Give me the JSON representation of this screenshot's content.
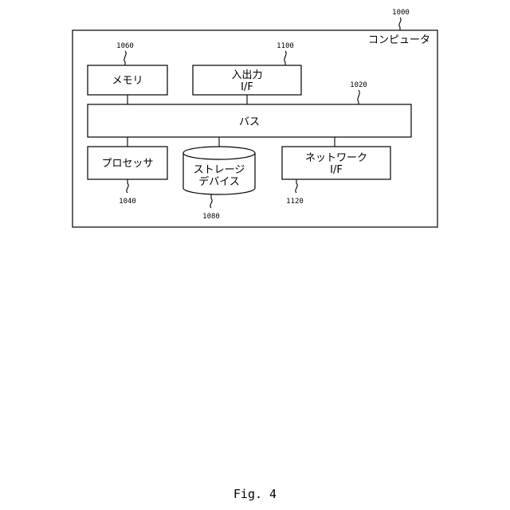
{
  "figure_label": "Fig. 4",
  "computer": {
    "label": "コンピュータ",
    "ref": "1000"
  },
  "bus": {
    "label": "バス",
    "ref": "1020"
  },
  "memory": {
    "label": "メモリ",
    "ref": "1060"
  },
  "io_if": {
    "label_line1": "入出力",
    "label_line2": "I/F",
    "ref": "1100"
  },
  "processor": {
    "label": "プロセッサ",
    "ref": "1040"
  },
  "storage": {
    "label_line1": "ストレージ",
    "label_line2": "デバイス",
    "ref": "1080"
  },
  "network_if": {
    "label_line1": "ネットワーク",
    "label_line2": "I/F",
    "ref": "1120"
  }
}
